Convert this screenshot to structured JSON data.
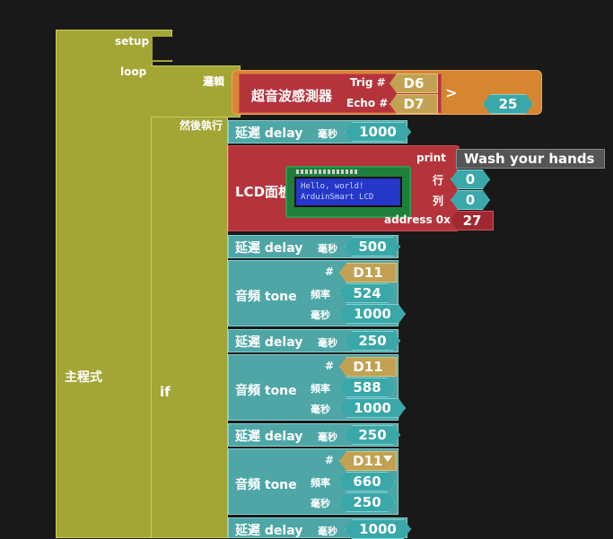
{
  "main_block": {
    "label": "主程式",
    "setup_label": "setup",
    "loop_label": "loop"
  },
  "if_block": {
    "label": "if",
    "logic_label": "邏輯",
    "then_label": "然後執行"
  },
  "condition": {
    "sensor_label": "超音波感測器",
    "trig_label": "Trig #",
    "trig_pin": "D6",
    "echo_label": "Echo #",
    "echo_pin": "D7",
    "operator": ">",
    "compare_value": "25"
  },
  "statements": {
    "delay1": {
      "label": "延遲 delay",
      "unit": "毫秒",
      "value": "1000"
    },
    "lcd": {
      "label": "LCD面板16*2",
      "print_label": "print",
      "print_value": "Wash your hands",
      "row_label": "行",
      "row_value": "0",
      "col_label": "列",
      "col_value": "0",
      "address_label": "address 0x",
      "address_value": "27",
      "screen_line1": "Hello, world!",
      "screen_line2": "ArduinSmart LCD"
    },
    "delay2": {
      "label": "延遲 delay",
      "unit": "毫秒",
      "value": "500"
    },
    "tone1": {
      "label": "音頻 tone",
      "pin_label": "#",
      "pin": "D11",
      "freq_label": "頻率",
      "freq": "524",
      "ms_label": "毫秒",
      "ms": "1000"
    },
    "delay3": {
      "label": "延遲 delay",
      "unit": "毫秒",
      "value": "250"
    },
    "tone2": {
      "label": "音頻 tone",
      "pin_label": "#",
      "pin": "D11",
      "freq_label": "頻率",
      "freq": "588",
      "ms_label": "毫秒",
      "ms": "1000"
    },
    "delay4": {
      "label": "延遲 delay",
      "unit": "毫秒",
      "value": "250"
    },
    "tone3": {
      "label": "音頻 tone",
      "pin_label": "#",
      "pin": "D11",
      "freq_label": "頻率",
      "freq": "660",
      "ms_label": "毫秒",
      "ms": "250"
    },
    "delay5": {
      "label": "延遲 delay",
      "unit": "毫秒",
      "value": "1000"
    }
  },
  "colors": {
    "main_olive": "#a3a534",
    "statement_teal": "#3aa7a8",
    "sensor_red": "#b5343c",
    "compare_orange": "#d68631",
    "pin_gold": "#c2a153",
    "background": "#191919"
  },
  "icons": {
    "dropdown": "triangle-down-icon"
  }
}
